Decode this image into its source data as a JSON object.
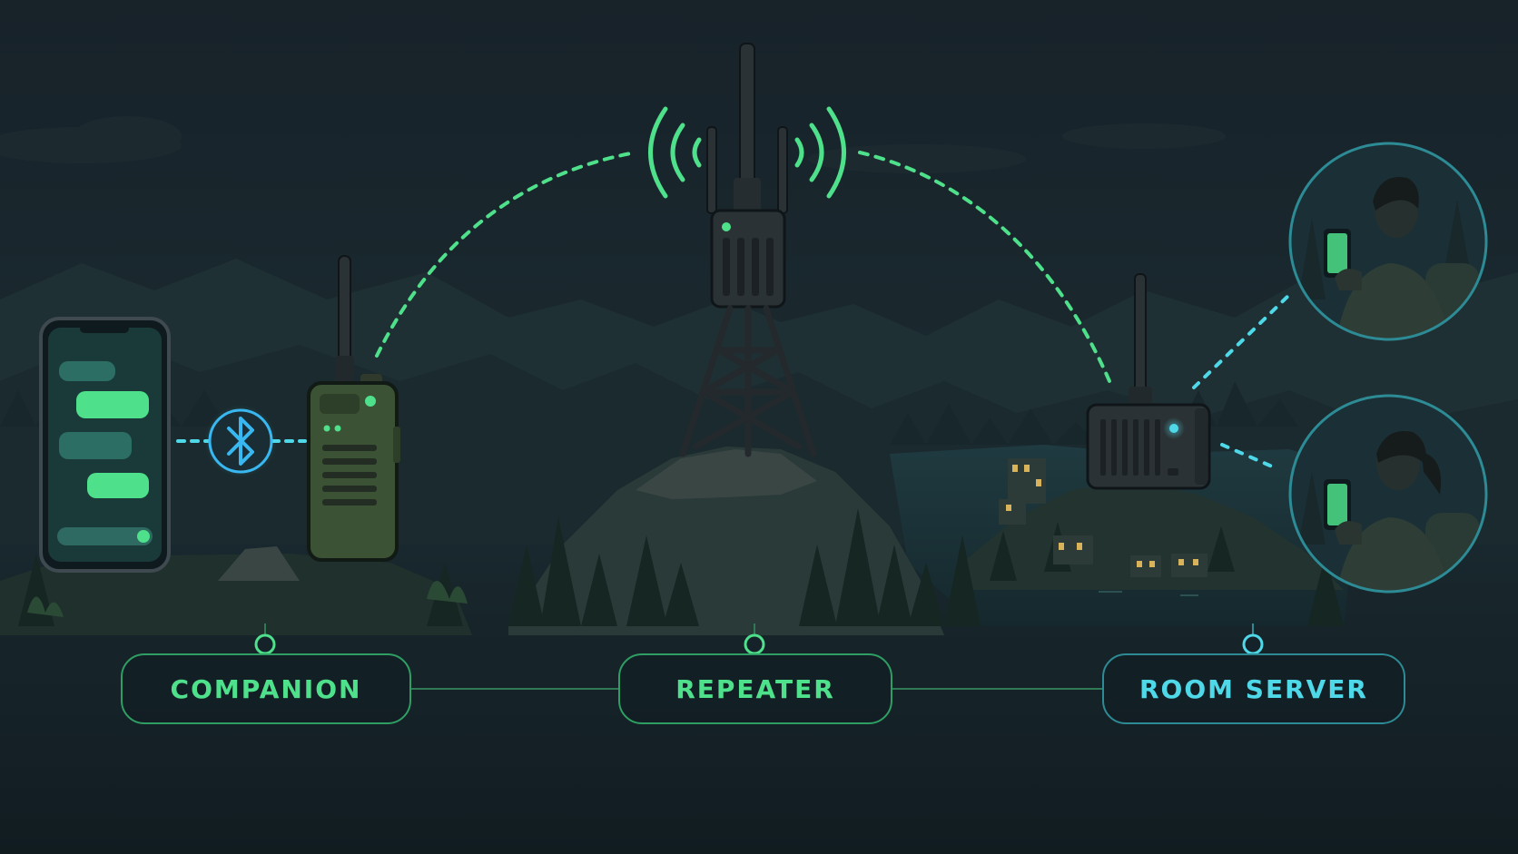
{
  "labels": {
    "companion": "COMPANION",
    "repeater": "REPEATER",
    "room_server": "ROOM SERVER"
  },
  "colors": {
    "background": "#15222a",
    "green_accent": "#4ee08a",
    "cyan_accent": "#4fd9e8",
    "bluetooth": "#39b7f0",
    "hardware_dark": "#2b3235",
    "radio_body": "#3c5234"
  },
  "icons": {
    "bluetooth": "bluetooth-icon",
    "phone": "smartphone-icon",
    "radio": "handheld-radio-icon",
    "tower": "repeater-tower-icon",
    "server": "room-server-box-icon",
    "users": "person-with-phone-icon"
  }
}
